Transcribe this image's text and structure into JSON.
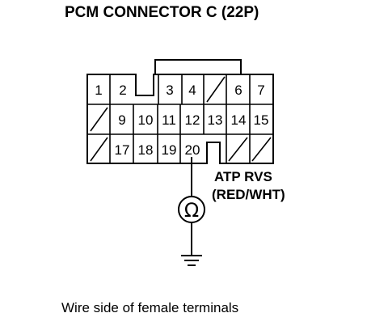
{
  "title": "PCM CONNECTOR C (22P)",
  "connector": {
    "rows": [
      [
        "1",
        "2",
        null,
        "3",
        "4",
        null,
        "6",
        "7"
      ],
      [
        null,
        "9",
        "10",
        "11",
        "12",
        "13",
        "14",
        "15"
      ],
      [
        null,
        "17",
        "18",
        "19",
        "20",
        null,
        null,
        null
      ]
    ]
  },
  "probe": {
    "terminal": "20",
    "signal_label": "ATP RVS",
    "wire_label": "(RED/WHT)",
    "meter_symbol": "Ω"
  },
  "caption": "Wire side of female terminals"
}
